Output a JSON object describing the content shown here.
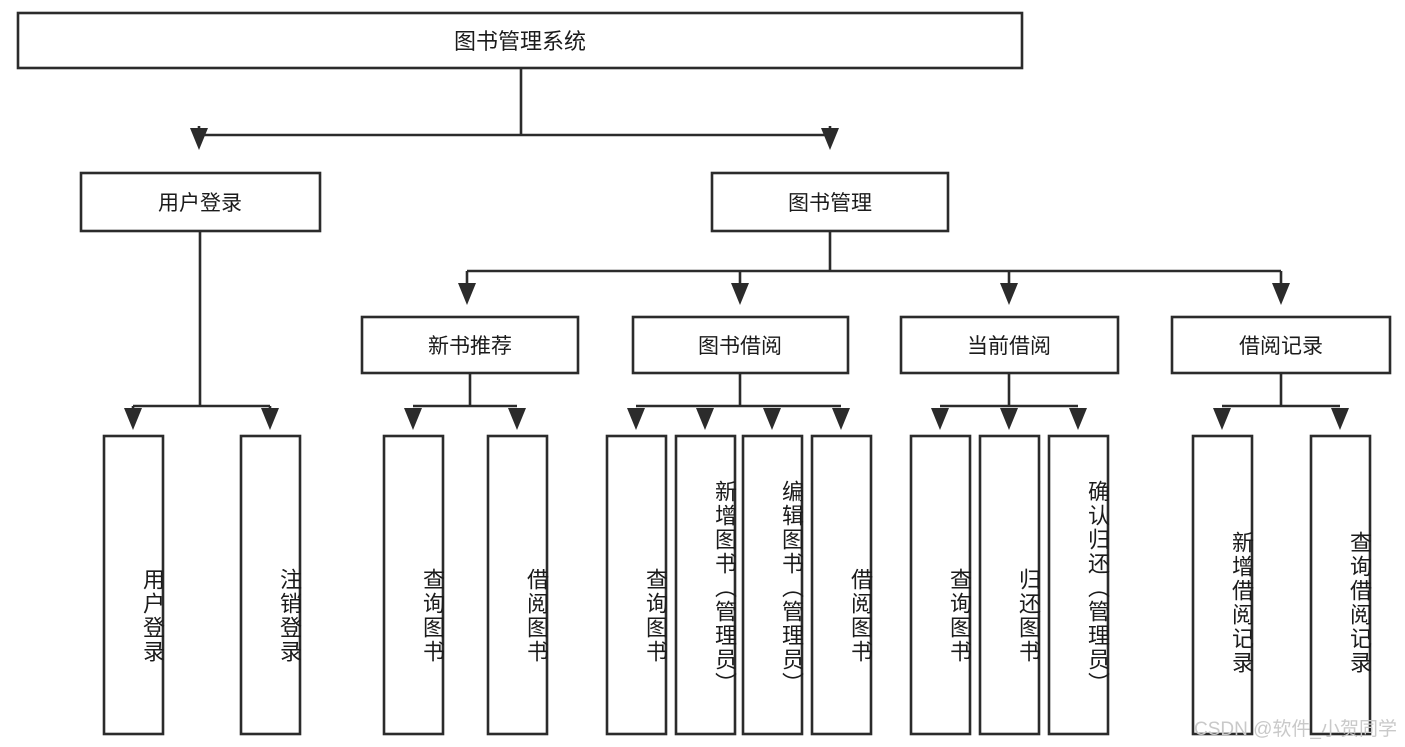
{
  "diagram": {
    "title": "图书管理系统",
    "type": "tree-hierarchy-diagram",
    "colors": {
      "stroke": "#2b2b2b",
      "fill": "#ffffff",
      "text": "#1b1b1b",
      "watermark": "#c9c9c9"
    },
    "root": {
      "label": "图书管理系统"
    },
    "level2": [
      {
        "label": "用户登录"
      },
      {
        "label": "图书管理"
      }
    ],
    "level3": [
      {
        "label": "新书推荐"
      },
      {
        "label": "图书借阅"
      },
      {
        "label": "当前借阅"
      },
      {
        "label": "借阅记录"
      }
    ],
    "leaves": [
      {
        "label": "用户登录",
        "parent": "用户登录"
      },
      {
        "label": "注销登录",
        "parent": "用户登录"
      },
      {
        "label": "查询图书",
        "parent": "新书推荐"
      },
      {
        "label": "借阅图书",
        "parent": "新书推荐"
      },
      {
        "label": "查询图书",
        "parent": "图书借阅"
      },
      {
        "label": "新增图书（管理员）",
        "parent": "图书借阅"
      },
      {
        "label": "编辑图书（管理员）",
        "parent": "图书借阅"
      },
      {
        "label": "借阅图书",
        "parent": "图书借阅"
      },
      {
        "label": "查询图书",
        "parent": "当前借阅"
      },
      {
        "label": "归还图书",
        "parent": "当前借阅"
      },
      {
        "label": "确认归还（管理员）",
        "parent": "当前借阅"
      },
      {
        "label": "新增借阅记录",
        "parent": "借阅记录"
      },
      {
        "label": "查询借阅记录",
        "parent": "借阅记录"
      }
    ],
    "watermark": "CSDN @软件_小贺同学"
  }
}
